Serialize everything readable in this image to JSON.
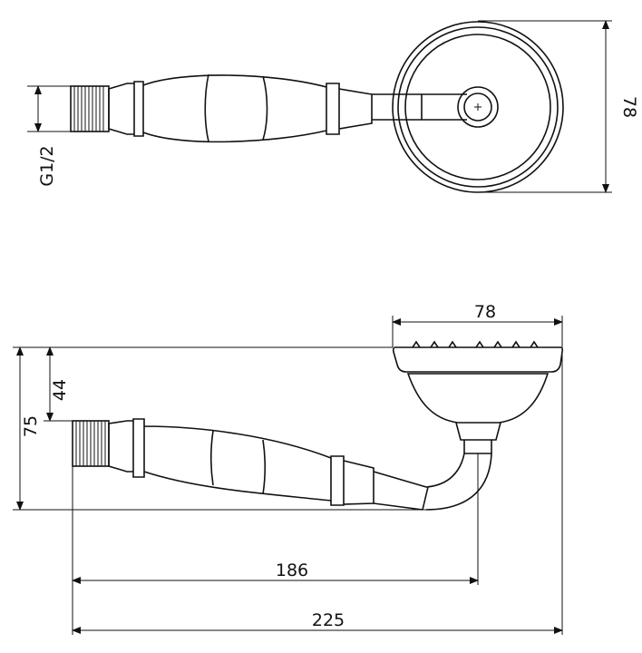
{
  "top_view": {
    "head_diameter_label": "78",
    "thread_label": "G1/2"
  },
  "side_view": {
    "head_width_label": "78",
    "head_height_label": "44",
    "total_height_label": "75",
    "handle_to_center_label": "186",
    "total_length_label": "225"
  }
}
